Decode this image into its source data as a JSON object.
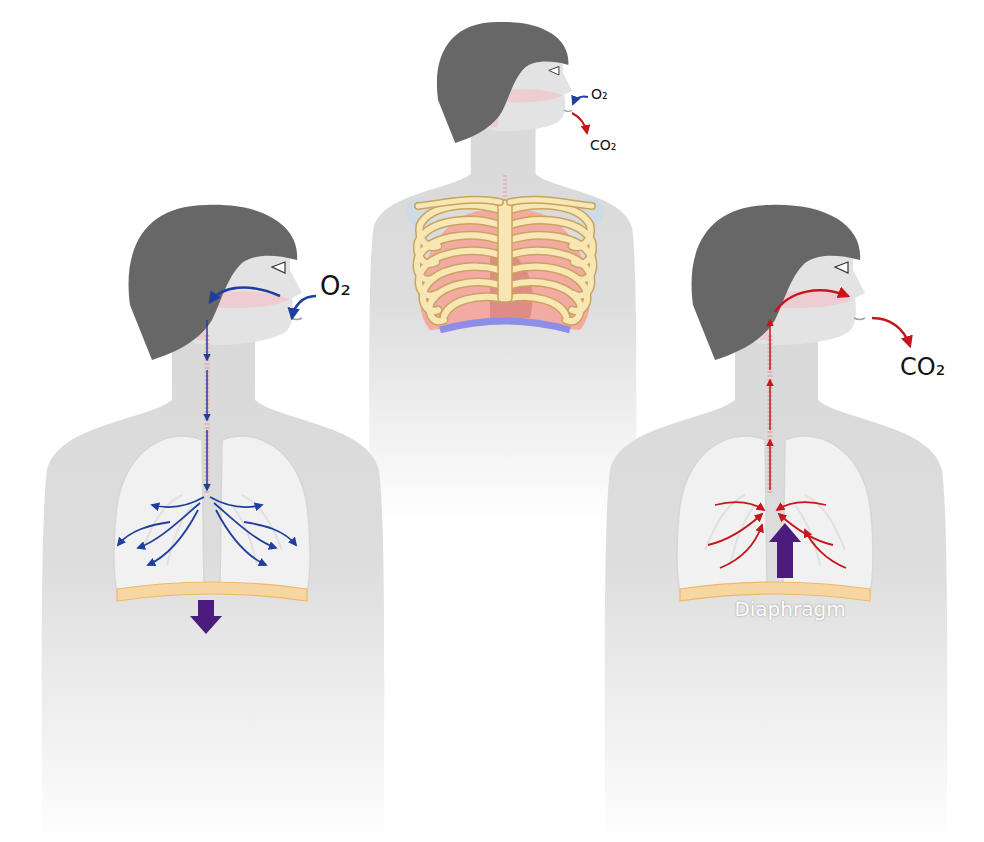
{
  "diagram": {
    "labels": [
      "O₂",
      "CO₂",
      "O₂",
      "CO₂",
      "Diaphragm"
    ]
  }
}
